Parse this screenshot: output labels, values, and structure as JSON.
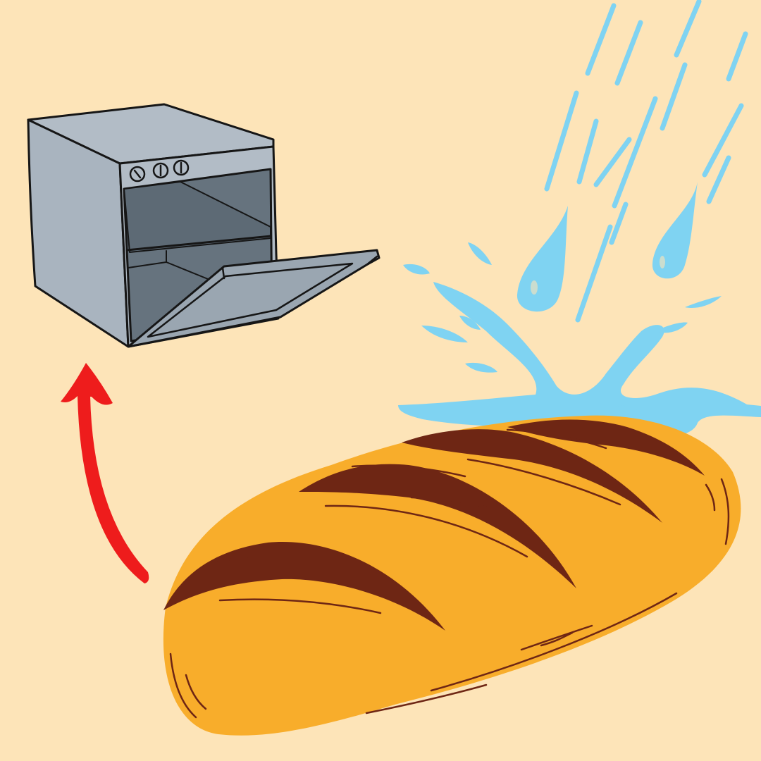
{
  "colors": {
    "background": "#fde4b8",
    "oven_body": "#b2bcc6",
    "oven_side": "#a9b4bf",
    "oven_interior": "#66737e",
    "oven_interior_dark": "#5d6a75",
    "oven_door": "#9aa6b1",
    "outline": "#161616",
    "water": "#7fd3f2",
    "bread_crust": "#f8ad2b",
    "bread_score": "#6e2614",
    "arrow": "#ee1c1c"
  },
  "icons": {
    "oven": "open-toaster-oven-illustration",
    "water": "falling-water-splash-illustration",
    "bread": "baguette-loaf-illustration",
    "arrow": "curved-red-arrow"
  }
}
